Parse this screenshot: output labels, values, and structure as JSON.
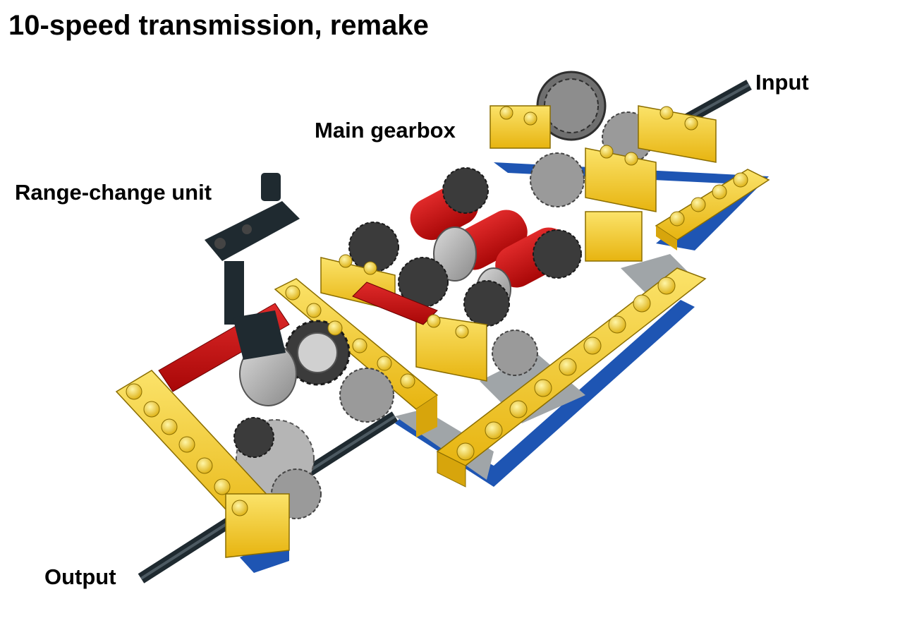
{
  "title": "10-speed transmission, remake",
  "labels": {
    "input": "Input",
    "main_gearbox": "Main gearbox",
    "range_change_unit": "Range-change unit",
    "output": "Output"
  },
  "colors": {
    "beam_yellow": "#f5cd2f",
    "beam_red": "#d10b0b",
    "plate_blue": "#1e55b3",
    "gear_gray": "#9a9a9a",
    "gear_dark": "#3b3b3b",
    "axle_black": "#1f2a30",
    "plate_gray": "#a0a5a8"
  }
}
